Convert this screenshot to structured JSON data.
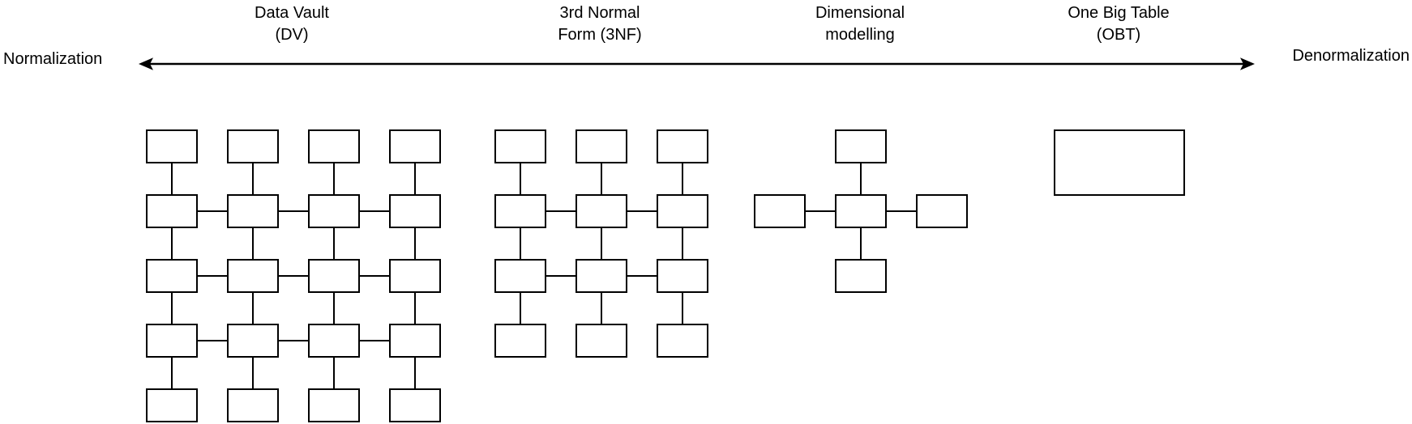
{
  "axis": {
    "left_label": "Normalization",
    "right_label": "Denormalization"
  },
  "methods": [
    {
      "id": "data-vault",
      "label_line1": "Data Vault",
      "label_line2": "(DV)",
      "schema_type": "grid",
      "grid": {
        "cols": 4,
        "rows": 5,
        "horizontally_linked_rows": [
          2,
          3,
          4
        ]
      }
    },
    {
      "id": "3nf",
      "label_line1": "3rd Normal",
      "label_line2": "Form (3NF)",
      "schema_type": "grid",
      "grid": {
        "cols": 3,
        "rows": 4,
        "horizontally_linked_rows": [
          2,
          3
        ]
      }
    },
    {
      "id": "dimensional-modelling",
      "label_line1": "Dimensional",
      "label_line2": "modelling",
      "schema_type": "star",
      "star": {
        "satellites": [
          "top",
          "left",
          "right",
          "bottom"
        ]
      }
    },
    {
      "id": "one-big-table",
      "label_line1": "One Big Table",
      "label_line2": "(OBT)",
      "schema_type": "single"
    }
  ],
  "style": {
    "background": "#ffffff",
    "line_color": "#000000",
    "box_fill": "#ffffff",
    "text_color": "#000000"
  }
}
